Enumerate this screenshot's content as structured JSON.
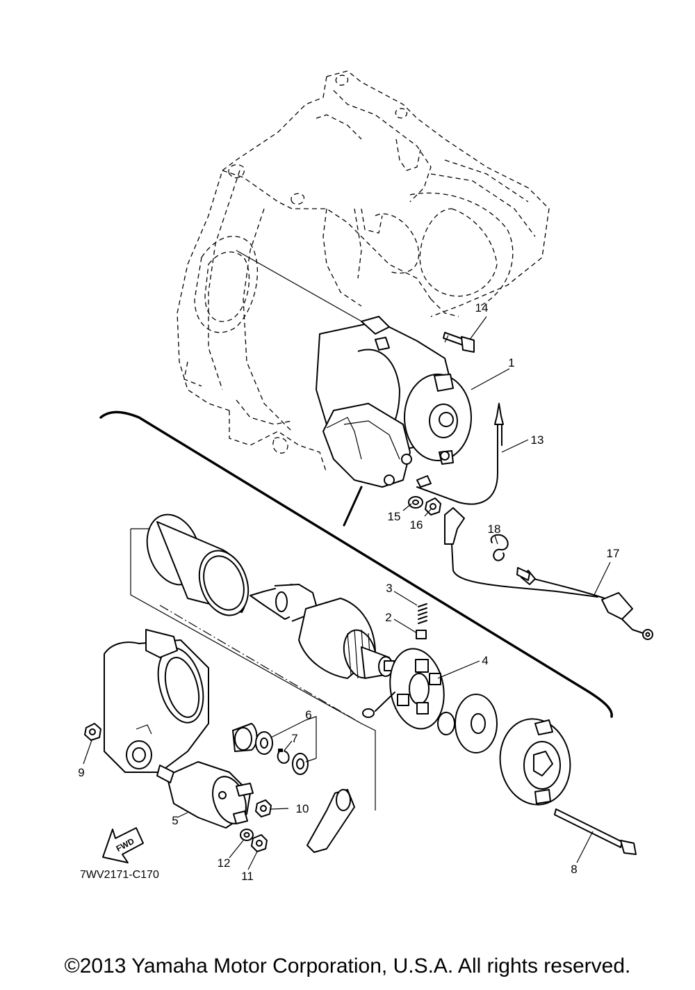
{
  "diagram_code": "7WV2171-C170",
  "fwd_label": "FWD",
  "copyright": "©2013 Yamaha Motor Corporation, U.S.A. All rights reserved.",
  "callouts": [
    "1",
    "2",
    "3",
    "4",
    "5",
    "6",
    "7",
    "8",
    "9",
    "10",
    "11",
    "12",
    "13",
    "14",
    "15",
    "16",
    "17",
    "18"
  ]
}
